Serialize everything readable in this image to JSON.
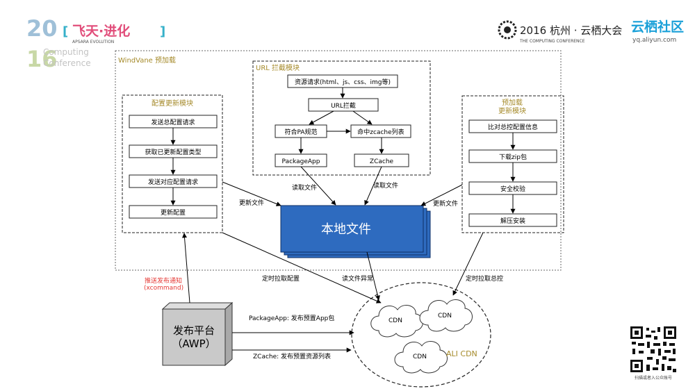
{
  "header": {
    "logo_year_top": "20",
    "logo_year_bottom": "16",
    "logo_bracket_text": "飞天·进化",
    "logo_subtitle": "APSARA EVOLUTION",
    "logo_side_1": "Computing",
    "logo_side_2": "Conference",
    "conf_title": "2016 杭州 · 云栖大会",
    "conf_subtitle": "THE COMPUTING CONFERENCE",
    "brand": "云栖社区",
    "brand_url": "yq.aliyun.com"
  },
  "windvane": {
    "title": "WindVane 预加载"
  },
  "url_module": {
    "title": "URL 拦截模块",
    "resource_request": "资源请求(html、js、css、img等)",
    "url_intercept": "URL拦截",
    "match_pa": "符合PA规范",
    "hit_zcache": "命中zcache列表",
    "package_app": "PackageApp",
    "zcache": "ZCache"
  },
  "config_module": {
    "title": "配置更新模块",
    "steps": [
      "发送总配置请求",
      "获取已更新配置类型",
      "发送对应配置请求",
      "更新配置"
    ]
  },
  "preload_module": {
    "title_line1": "预加载",
    "title_line2": "更新模块",
    "steps": [
      "比对总控配置信息",
      "下载zip包",
      "安全校验",
      "解压安装"
    ]
  },
  "local_files": "本地文件",
  "edge_labels": {
    "read_left": "读取文件",
    "read_right": "读取文件",
    "update_left": "更新文件",
    "update_right": "更新文件",
    "timed_pull_config": "定时拉取配置",
    "read_error": "读文件异常",
    "timed_pull_master": "定时拉取总控",
    "push_notice": "推送发布通知",
    "push_cmd": "(xcommand)",
    "publish_pkg": "PackageApp: 发布预置App包",
    "publish_list": "ZCache: 发布预置资源列表"
  },
  "awp": {
    "line1": "发布平台",
    "line2": "（AWP）"
  },
  "cdn": {
    "node1": "CDN",
    "node2": "CDN",
    "node3": "CDN",
    "label": "ALI CDN"
  },
  "qr": {
    "caption": "扫描或者入公众账号"
  },
  "colors": {
    "accent_blue": "#2e6bbf",
    "awp_gray": "#c9c9c9",
    "title_olive": "#a58a2a",
    "push_red": "#e53935"
  }
}
